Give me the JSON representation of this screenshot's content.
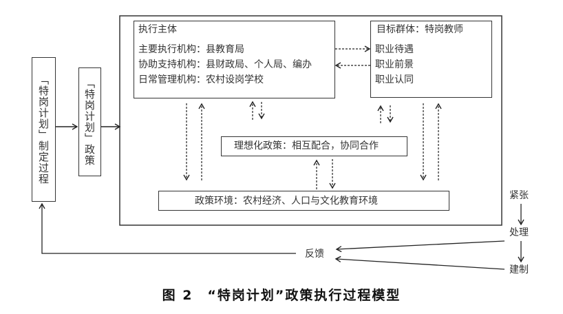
{
  "formulation_box": {
    "label": "「特岗计划」制定过程"
  },
  "policy_box": {
    "label": "「特岗计划」政策"
  },
  "executor_box": {
    "title": "执行主体",
    "lines": [
      "主要执行机构：县教育局",
      "协助支持机构：县财政局、个人局、编办",
      "日常管理机构：农村设岗学校"
    ]
  },
  "target_box": {
    "title": "目标群体：特岗教师",
    "lines": [
      "职业待遇",
      "职业前景",
      "职业认同"
    ]
  },
  "ideal_policy_box": {
    "label": "理想化政策：相互配合，协同合作"
  },
  "environment_box": {
    "label": "政策环境：农村经济、人口与文化教育环境"
  },
  "process": {
    "tension": "紧张",
    "handling": "处理",
    "institution": "建制",
    "feedback": "反馈"
  },
  "caption": "图 2　“特岗计划”政策执行过程模型"
}
